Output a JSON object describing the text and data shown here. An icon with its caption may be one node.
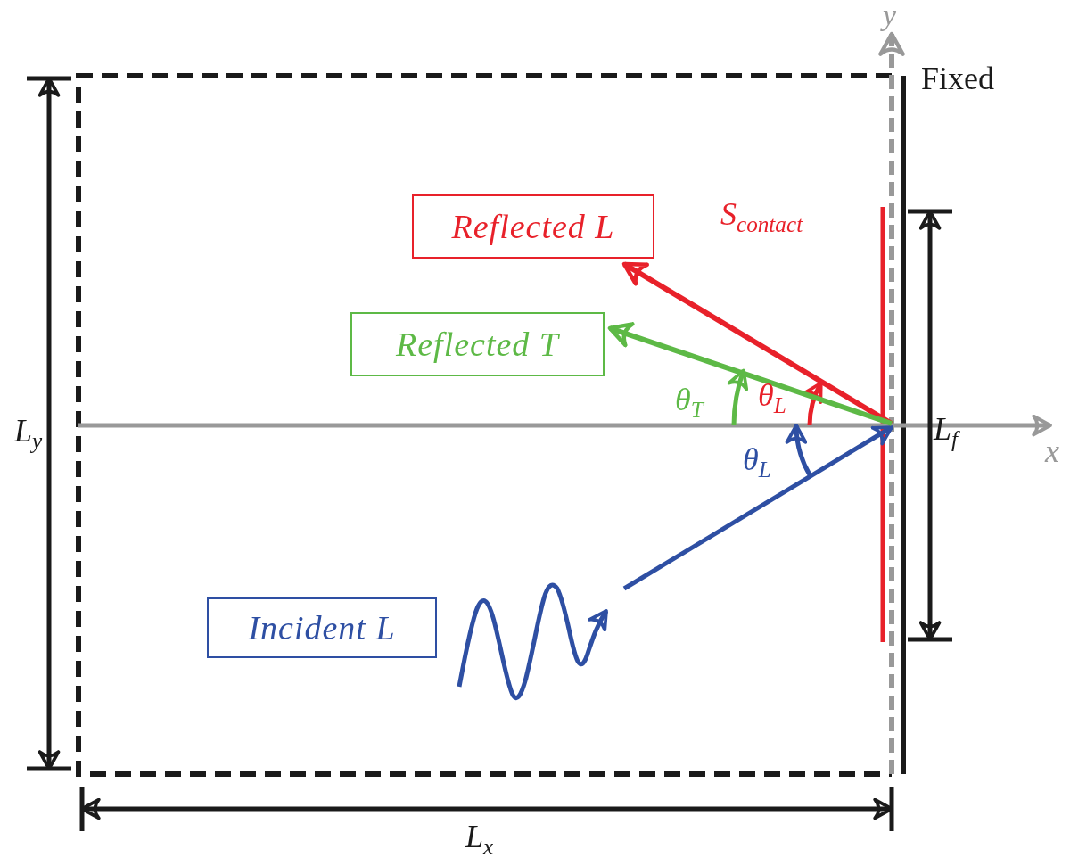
{
  "diagram": {
    "nodes": [
      {
        "text": [
          "Reflected L"
        ]
      },
      {
        "text": [
          "Reflected T"
        ]
      },
      {
        "text": [
          "Incident L"
        ]
      }
    ],
    "edges": [
      {
        "from": null,
        "to": 0,
        "arrow": "to",
        "color": "#e8212a"
      },
      {
        "from": null,
        "to": 1,
        "arrow": "to",
        "color": "#5db946"
      }
    ],
    "labels": [
      "y",
      "Fixed",
      "S$_{contact}$",
      "θ$_{T}$",
      "θ$_{L}$",
      "L$_{y}$",
      "L$_{f}$",
      "x",
      "θ$_{L}$",
      "L$_{x}$"
    ]
  }
}
